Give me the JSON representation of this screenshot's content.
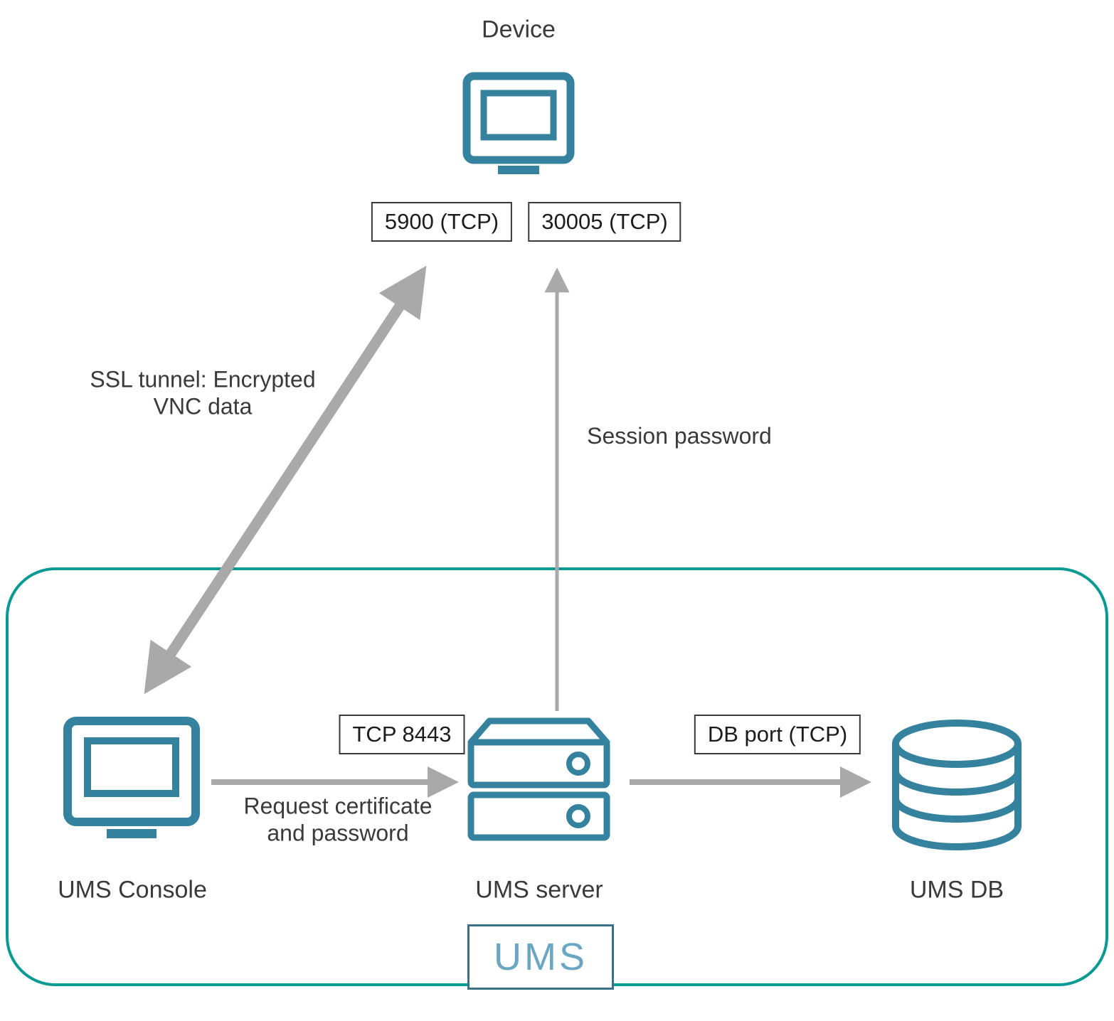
{
  "colors": {
    "icon": "#34829e",
    "boundary": "#0a9a94",
    "arrow": "#a9a9a9",
    "text": "#3a3a3a",
    "box-border": "#3a3a3a",
    "badge-border": "#3c7086",
    "badge-text": "#6ba7c2"
  },
  "nodes": {
    "device": {
      "label": "Device"
    },
    "console": {
      "label": "UMS Console"
    },
    "server": {
      "label": "UMS server"
    },
    "db": {
      "label": "UMS DB"
    }
  },
  "ports": {
    "vnc": "5900 (TCP)",
    "session": "30005 (TCP)",
    "ums_server": "TCP 8443",
    "db": "DB port (TCP)"
  },
  "edges": {
    "ssl_tunnel": "SSL tunnel: Encrypted\nVNC data",
    "session_password": "Session password",
    "request_certificate": "Request certificate\nand password"
  },
  "badge": {
    "label": "UMS"
  }
}
